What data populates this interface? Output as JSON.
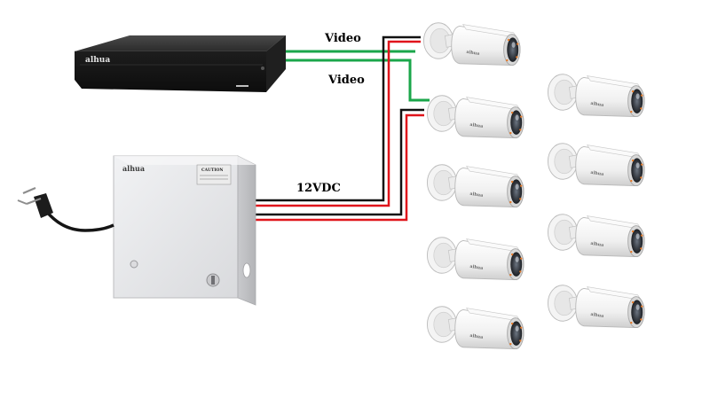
{
  "labels": {
    "video_top": "Video",
    "video_bottom": "Video",
    "power": "12VDC"
  },
  "dvr": {
    "brand": "alhua"
  },
  "power_supply": {
    "brand": "alhua",
    "caution_label": "CAUTION"
  },
  "camera": {
    "brand": "alhua"
  },
  "cameras": [
    {
      "id": "cam-1",
      "column": "left"
    },
    {
      "id": "cam-2",
      "column": "left"
    },
    {
      "id": "cam-3",
      "column": "left"
    },
    {
      "id": "cam-4",
      "column": "left"
    },
    {
      "id": "cam-5",
      "column": "left"
    },
    {
      "id": "cam-6",
      "column": "right"
    },
    {
      "id": "cam-7",
      "column": "right"
    },
    {
      "id": "cam-8",
      "column": "right"
    },
    {
      "id": "cam-9",
      "column": "right"
    }
  ],
  "colors": {
    "video_wire": "#1aa64a",
    "power_positive": "#e0141b",
    "power_negative": "#111111",
    "dvr_body": "#2a2a2a",
    "psu_body": "#e6e7e9",
    "camera_body": "#f3f3f3",
    "camera_lens": "#3a3f47"
  }
}
